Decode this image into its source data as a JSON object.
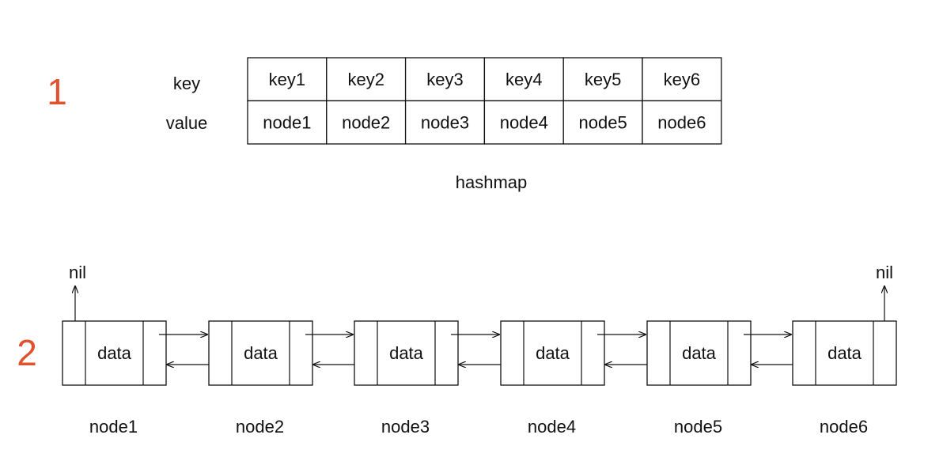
{
  "section_numbers": [
    "1",
    "2"
  ],
  "accent_color": "#e0522d",
  "hashmap": {
    "row_labels": {
      "key": "key",
      "value": "value"
    },
    "keys": [
      "key1",
      "key2",
      "key3",
      "key4",
      "key5",
      "key6"
    ],
    "values": [
      "node1",
      "node2",
      "node3",
      "node4",
      "node5",
      "node6"
    ],
    "caption": "hashmap"
  },
  "linked_list": {
    "nil_left": "nil",
    "nil_right": "nil",
    "nodes": [
      {
        "data": "data",
        "name": "node1"
      },
      {
        "data": "data",
        "name": "node2"
      },
      {
        "data": "data",
        "name": "node3"
      },
      {
        "data": "data",
        "name": "node4"
      },
      {
        "data": "data",
        "name": "node5"
      },
      {
        "data": "data",
        "name": "node6"
      }
    ]
  }
}
